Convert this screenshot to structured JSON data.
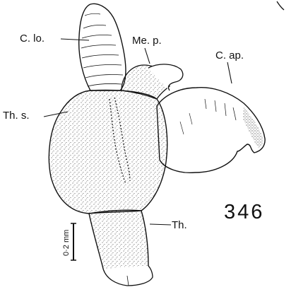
{
  "labels": {
    "clo": "C. lo.",
    "mep": "Me. p.",
    "cap": "C. ap.",
    "ths": "Th. s.",
    "th": "Th."
  },
  "figure_number": "346",
  "scale_bar": "0·2 mm",
  "colors": {
    "ink": "#111111",
    "paper": "#ffffff"
  }
}
